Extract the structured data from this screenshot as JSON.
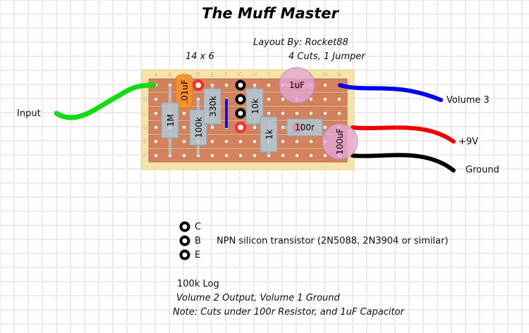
{
  "title": "The Muff Master",
  "credits": "Layout By: Rocket88",
  "board_size": "14 x 6",
  "cuts_jumpers": "4 Cuts, 1 Jumper",
  "board": {
    "columns": [
      "A",
      "B",
      "C",
      "D",
      "E",
      "F",
      "G",
      "H",
      "I",
      "J",
      "K",
      "L",
      "M",
      "N"
    ],
    "rows": [
      "A",
      "B",
      "C",
      "D",
      "E",
      "F"
    ],
    "colors": {
      "board": "#f5e3a9",
      "strip": "#d4825e",
      "hole": "#ffffff"
    }
  },
  "components": {
    "cap_01uf": ".01uF",
    "res_1m": "1M",
    "res_100k": "100k",
    "res_330k": "330k",
    "res_10k": "10k",
    "res_1k": "1k",
    "res_100r": "100r",
    "cap_1uf": "1uF",
    "cap_100uf": "100uF"
  },
  "wires": {
    "input": {
      "label": "Input",
      "color": "#11dd11"
    },
    "volume3": {
      "label": "Volume 3",
      "color": "#0000ee"
    },
    "power": {
      "label": "+9V",
      "color": "#ee0000"
    },
    "ground": {
      "label": "Ground",
      "color": "#000000"
    }
  },
  "legend": {
    "transistor_pins": [
      "C",
      "B",
      "E"
    ],
    "transistor_desc": "NPN silicon transistor (2N5088, 2N3904 or similar)",
    "pot": "100k Log",
    "pot_wiring": "Volume 2 Output, Volume 1 Ground",
    "note": "Note: Cuts under 100r Resistor, and 1uF Capacitor"
  }
}
